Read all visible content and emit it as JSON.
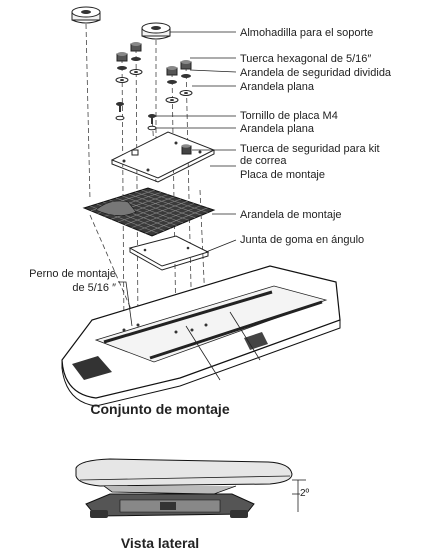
{
  "labels": {
    "pad": "Almohadilla para el soporte",
    "hex_nut": "Tuerca hexagonal de 5/16″",
    "split_lock_washer": "Arandela de seguridad dividida",
    "flat_washer_1": "Arandela plana",
    "m4_screw": "Tornillo de placa M4",
    "flat_washer_2": "Arandela plana",
    "strap_lock_nut_line1": "Tuerca de seguridad para kit",
    "strap_lock_nut_line2": "de correa",
    "mount_plate": "Placa de montaje",
    "mount_washer": "Arandela de montaje",
    "rubber_gasket": "Junta de goma en ángulo",
    "mount_bolt_line1": "Perno de montaje",
    "mount_bolt_line2": "de 5/16 ″"
  },
  "captions": {
    "assembly": "Conjunto de montaje",
    "side_view": "Vista lateral"
  },
  "angle_label": "2º"
}
